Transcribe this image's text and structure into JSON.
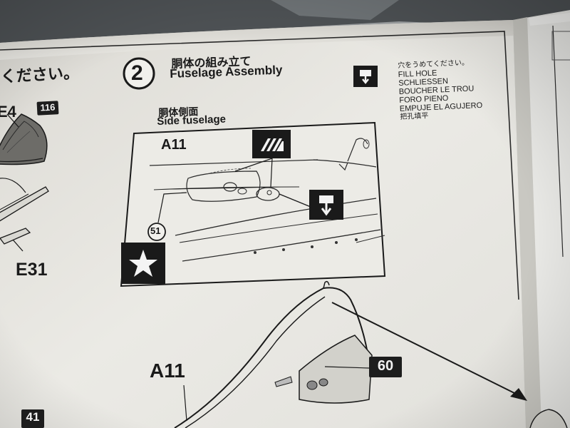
{
  "instructions": {
    "top_left_fragment": "ください。",
    "parts": {
      "e4": "E4",
      "e31": "E31",
      "a11_main": "A11",
      "a11_bottom": "A11"
    },
    "part_codes": {
      "code_116": "116",
      "code_51": "51",
      "code_60": "60",
      "code_41": "41"
    },
    "step": {
      "number": "2",
      "title_jp": "胴体の組み立て",
      "title_en": "Fuselage Assembly"
    },
    "fill_hole_legend": [
      "穴をうめてください。",
      "FILL HOLE",
      "SCHLIESSEN",
      "BOUCHER LE TROU",
      "FORO PIENO",
      "EMPUJE EL AGUJERO",
      "把孔填平"
    ],
    "side_view": {
      "label_jp": "胴体側面",
      "label_en": "Side fuselage"
    }
  },
  "icons": [
    "fill-hole-icon",
    "decal-stripe-icon",
    "star-insignia-icon"
  ],
  "colors": {
    "paper": "#e9e8e3",
    "ink": "#1a1a1a",
    "background": "#6b6f72"
  }
}
